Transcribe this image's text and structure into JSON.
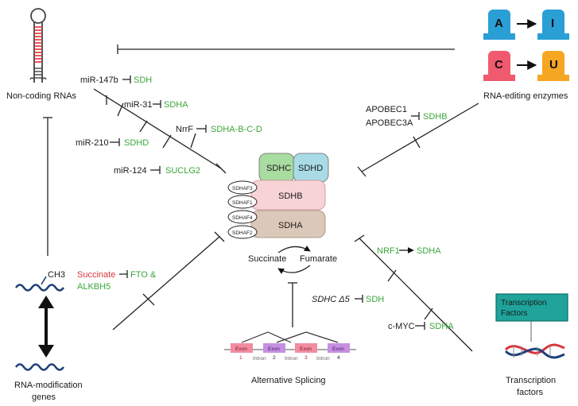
{
  "title_labels": {
    "noncoding": "Non-coding RNAs",
    "editing": "RNA-editing enzymes",
    "modification_line1": "RNA-modification",
    "modification_line2": "genes",
    "splicing": "Alternative Splicing",
    "tf_line1": "Transcription",
    "tf_line2": "factors",
    "tf_box_line1": "Transcription",
    "tf_box_line2": "Factors"
  },
  "mirna": [
    {
      "mi": "miR-147b",
      "target": "SDH"
    },
    {
      "mi": "miR-31",
      "target": "SDHA"
    },
    {
      "mi": "NrrF",
      "target": "SDHA-B-C-D"
    },
    {
      "mi": "miR-210",
      "target": "SDHD"
    },
    {
      "mi": "miR-124",
      "target": "SUCLG2"
    }
  ],
  "editing_enzymes": {
    "apobec1": "APOBEC1",
    "apobec3a": "APOBEC3A",
    "target": "SDHB",
    "a": "A",
    "i": "I",
    "c": "C",
    "u": "U"
  },
  "complex": {
    "sdhc": "SDHC",
    "sdhd": "SDHD",
    "sdhb": "SDHB",
    "sdha": "SDHA",
    "sdhaf3": "SDHAF3",
    "sdhaf1": "SDHAF1",
    "sdhaf4": "SDHAF4",
    "sdhaf2": "SDHAF2",
    "succinate": "Succinate",
    "fumarate": "Fumarate"
  },
  "modification": {
    "succinate": "Succinate",
    "target_line1": "FTO &",
    "target_line2": "ALKBH5",
    "ch3": "CH3"
  },
  "splicing": {
    "variant": "SDHC Δ5",
    "target": "SDH",
    "exons": [
      "Exon",
      "Exon",
      "Exon",
      "Exon"
    ],
    "exon_nums": [
      "1",
      "2",
      "3",
      "4"
    ],
    "introns": [
      "Intron",
      "Intron",
      "Intron"
    ]
  },
  "tf": {
    "nrf1": "NRF1",
    "nrf1_target": "SDHA",
    "cmyc": "c-MYC",
    "cmyc_target": "SDHA"
  },
  "colors": {
    "green": "#3aa63a",
    "red": "#d9363e",
    "sdhc": "#a9dca0",
    "sdhd": "#a8dbe6",
    "sdhb": "#f8d3d6",
    "sdha": "#dcc8b8",
    "adenosine": "#2a9fd6",
    "cytosine": "#f05a6e",
    "uridine": "#f5a623",
    "tf_box": "#1fa39a"
  }
}
